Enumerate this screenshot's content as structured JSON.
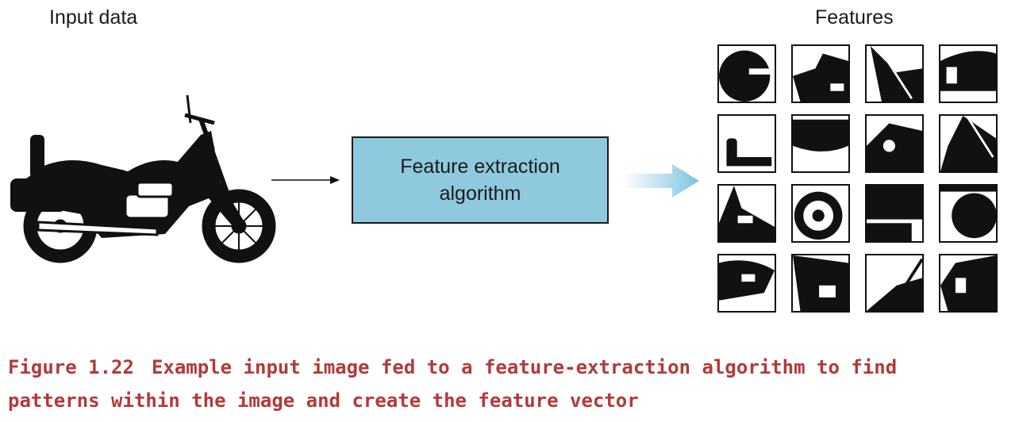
{
  "labels": {
    "input": "Input data",
    "features": "Features"
  },
  "box": {
    "text": "Feature extraction\nalgorithm"
  },
  "caption": {
    "number": "Figure 1.22",
    "text": "Example input image fed to a feature-extraction algorithm to find patterns within the image and create the feature vector"
  },
  "colors": {
    "box_fill": "#8ec9de",
    "arrow_gradient_end": "#7cc3e0",
    "caption": "#b23a3a"
  },
  "icons": {
    "input_image": "motorcycle-icon",
    "feature_tiles": "motorcycle-fragment-icon"
  },
  "feature_tile_count": 16
}
